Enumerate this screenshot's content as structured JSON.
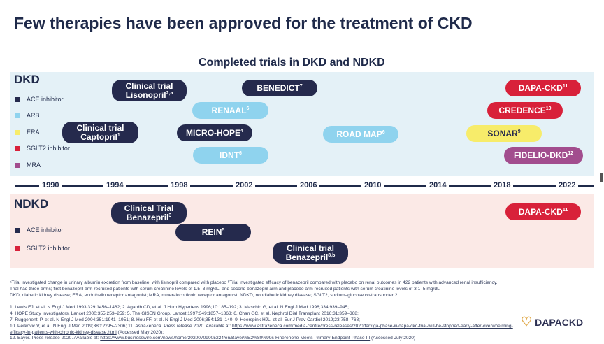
{
  "title": "Few therapies have been approved for the treatment of CKD",
  "subtitle": "Completed trials in DKD and NDKD",
  "dkd": {
    "label": "DKD",
    "legend": [
      {
        "label": "ACE inhibitor",
        "color": "#252a4d"
      },
      {
        "label": "ARB",
        "color": "#8fd3ee"
      },
      {
        "label": "ERA",
        "color": "#f7ec6a"
      },
      {
        "label": "SGLT2 inhibitor",
        "color": "#d8213a"
      },
      {
        "label": "MRA",
        "color": "#a24d8e"
      }
    ],
    "trials": {
      "lisonopril_line1": "Clinical trial",
      "lisonopril_line2": "Lisonopril",
      "lisonopril_sup": "2,a",
      "captopril_line1": "Clinical trial",
      "captopril_line2": "Captopril",
      "captopril_sup": "1",
      "benedict": "BENEDICT",
      "benedict_sup": "7",
      "renaal": "RENAAL",
      "renaal_sup": "6",
      "microhope": "MICRO-HOPE",
      "microhope_sup": "4",
      "idnt": "IDNT",
      "idnt_sup": "6",
      "roadmap": "ROAD MAP",
      "roadmap_sup": "6",
      "dapa": "DAPA-CKD",
      "dapa_sup": "11",
      "credence": "CREDENCE",
      "credence_sup": "10",
      "sonar": "SONAR",
      "sonar_sup": "9",
      "fidelio": "FIDELIO-DKD",
      "fidelio_sup": "12"
    }
  },
  "timeline": {
    "years": [
      "1990",
      "1994",
      "1998",
      "2002",
      "2006",
      "2010",
      "2014",
      "2018",
      "2022"
    ]
  },
  "ndkd": {
    "label": "NDKD",
    "legend": [
      {
        "label": "ACE inhibitor",
        "color": "#252a4d"
      },
      {
        "label": "SGLT2 inhibitor",
        "color": "#d8213a"
      }
    ],
    "trials": {
      "benazepril1_line1": "Clinical Trial",
      "benazepril1_line2": "Benazepril",
      "benazepril1_sup": "3",
      "rein": "REIN",
      "rein_sup": "5",
      "benazepril2_line1": "Clinical trial",
      "benazepril2_line2": "Benazepril",
      "benazepril2_sup": "8,b",
      "dapa": "DAPA-CKD",
      "dapa_sup": "11"
    }
  },
  "footnotes": {
    "a": "ᵃTrial investigated change in urinary albumin excretion from baseline, with lisinopril compared with placebo ᵇTrial investigated efficacy of benazepril compared with placebo on renal outcomes in 422 patients with advanced renal insufficiency.",
    "a2": "Trial had three arms; first benazepril arm recruited patients with serum creatinine levels of 1.5–3 mg/dL, and second benazepril arm and placebo arm recruited patients with serum creatinine levels of 3.1–5 mg/dL.",
    "abbr": "DKD, diabetic kidney disease; ERA, endothelin receptor antagonist; MRA, mineralocorticoid receptor antagonist; NDKD, nondiabetic kidney disease; SGLT2, sodium–glucose co-transporter 2.",
    "ref1": "1. Lewis EJ, et al. N Engl J Med 1993;329:1456–1462; 2. Agardh CD, et al. J Hum Hypertens 1996;10:185–192; 3. Maschio G, et al. N Engl J Med 1996;334:939–945;",
    "ref2": "4. HOPE Study Investigators. Lancet 2000;355:253–259; 5. The GISEN Group. Lancet 1997;349:1857–1863; 6. Chan GC, et al. Nephrol Dial Transplant 2016;31:359–368;",
    "ref3": "7. Ruggenenti P, et al. N Engl J Med 2004;351:1941–1951; 8. Hou FF, et al. N Engl J Med 2006;354:131–140; 9. Heerspink HJL, et al. Eur J Prev Cardiol 2019;23:758–768;",
    "ref4": "10. Perkovic V, et al. N Engl J Med 2019;380:2295–2306; 11. AstraZeneca. Press release 2020. Available at: ",
    "ref4_link": "https://www.astrazeneca.com/media-centre/press-releases/2020/farxiga-phase-iii-dapa-ckd-trial-will-be-stopped-early-after-overwhelming-efficacy-in-patients-with-chronic-kidney-disease.html",
    "ref4_tail": " (Accessed May 2020);",
    "ref5": "12. Bayer. Press release 2020. Available at: ",
    "ref5_link": "https://www.businesswire.com/news/home/20200709005224/en/Bayer%E2%80%99s-Finerenone-Meets-Primary-Endpoint-Phase-III",
    "ref5_tail": " (Accessed July 2020)"
  },
  "logo": {
    "icon": "heart-icon",
    "text": "DAPACKD"
  }
}
